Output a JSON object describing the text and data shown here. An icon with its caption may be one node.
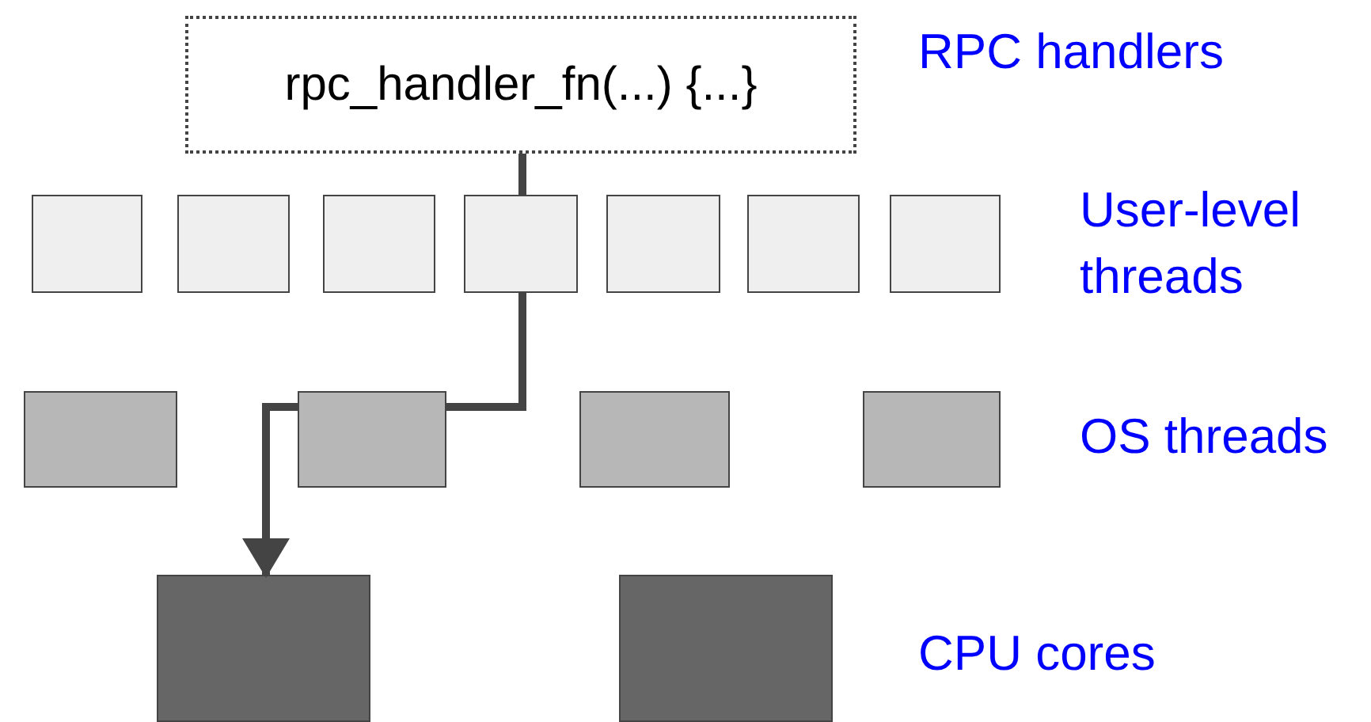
{
  "diagram": {
    "nodes": [
      {
        "text": [
          "rpc_handler_fn(...) {...}"
        ]
      },
      {
        "text": [],
        "shape": "box"
      },
      {
        "text": [],
        "shape": "box"
      },
      {
        "text": [],
        "shape": "box"
      },
      {
        "text": [],
        "shape": "box"
      },
      {
        "text": [],
        "shape": "box"
      },
      {
        "text": [],
        "shape": "box"
      },
      {
        "text": [],
        "shape": "box"
      },
      {
        "text": [],
        "shape": "box"
      },
      {
        "text": [],
        "shape": "box"
      },
      {
        "text": [],
        "shape": "box"
      },
      {
        "text": [],
        "shape": "box"
      },
      {
        "text": [],
        "shape": "box"
      },
      {
        "text": [],
        "shape": "box"
      }
    ],
    "edges": [
      {
        "from": 0,
        "to": 4,
        "arrow": "none"
      },
      {
        "from": 4,
        "to": 9,
        "arrow": "none"
      },
      {
        "from": 9,
        "to": 12,
        "arrow": "to"
      }
    ],
    "labels": [
      "RPC handlers",
      "User-level threads",
      "OS threads",
      "CPU cores"
    ]
  }
}
